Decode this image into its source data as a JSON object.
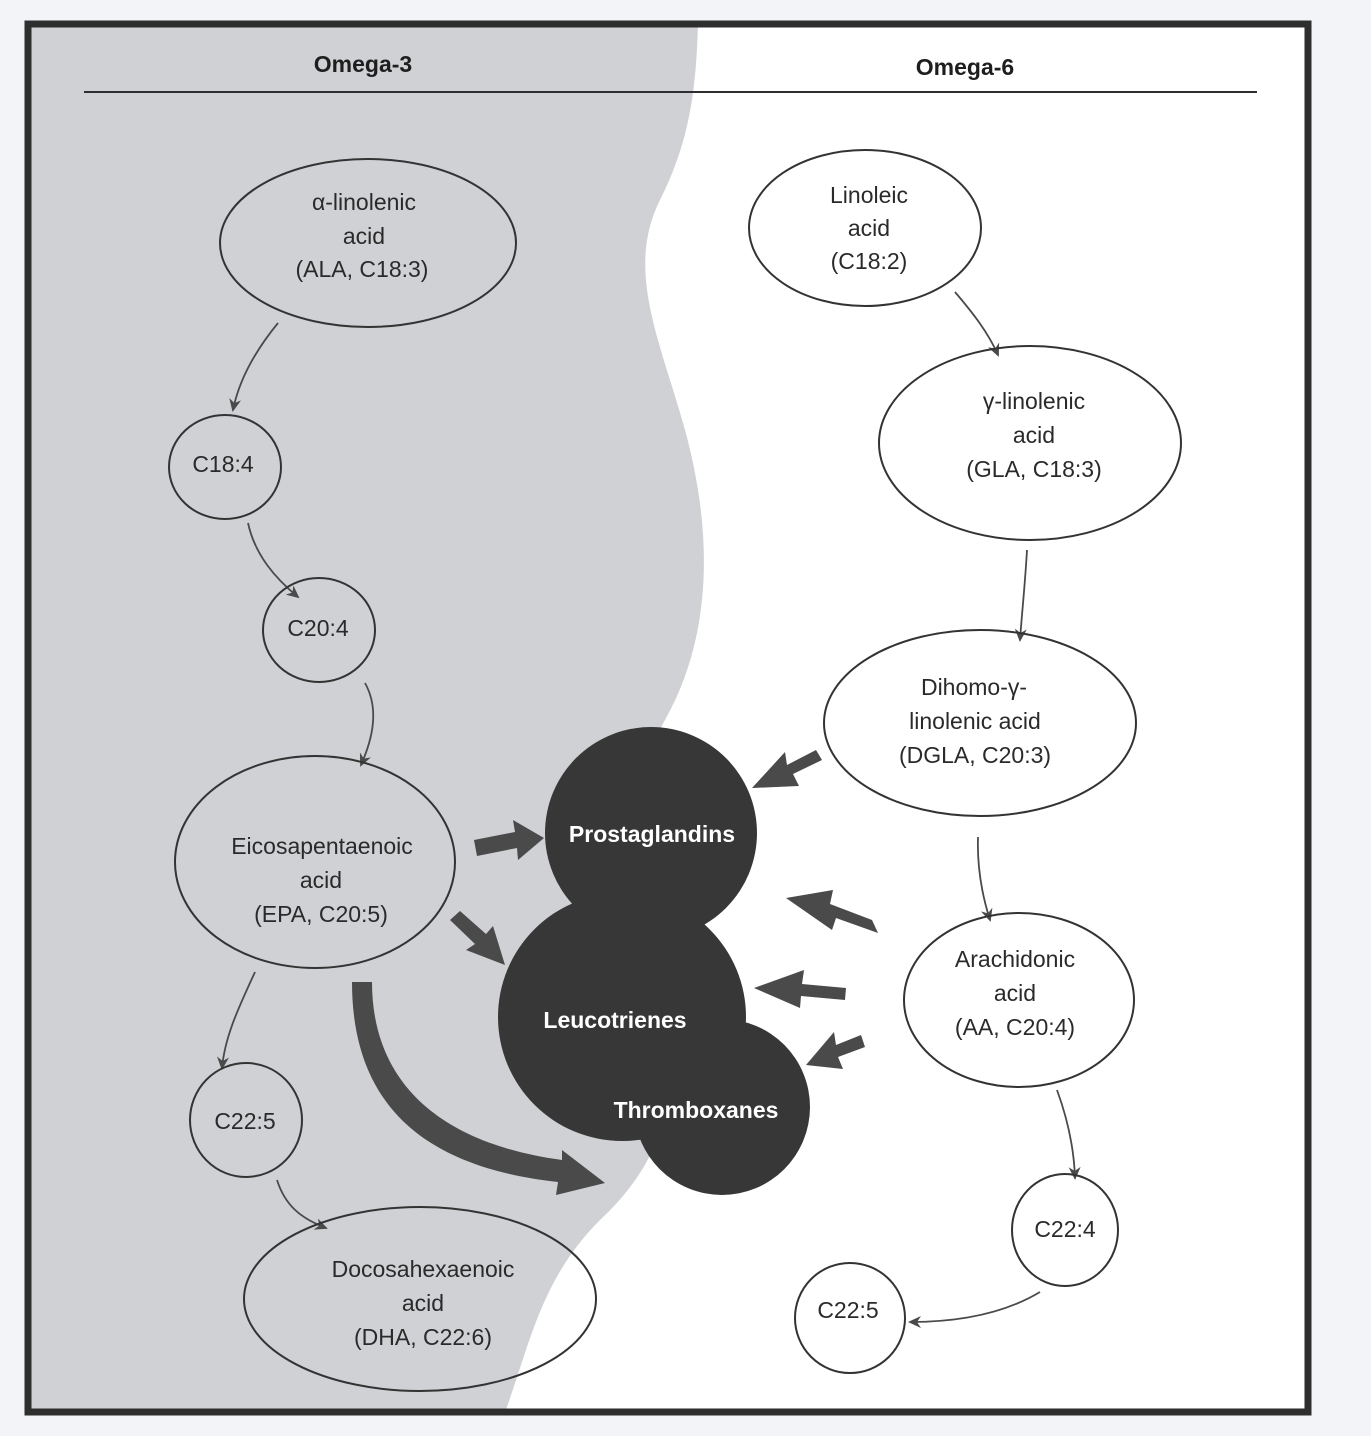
{
  "headers": {
    "omega3": "Omega-3",
    "omega6": "Omega-6"
  },
  "omega3_nodes": {
    "ala": [
      "α-linolenic",
      "acid",
      "(ALA, C18:3)"
    ],
    "c18_4": "C18:4",
    "c20_4": "C20:4",
    "epa": [
      "Eicosapentaenoic",
      "acid",
      "(EPA, C20:5)"
    ],
    "c22_5": "C22:5",
    "dha": [
      "Docosahexaenoic",
      "acid",
      "(DHA, C22:6)"
    ]
  },
  "omega6_nodes": {
    "la": [
      "Linoleic",
      "acid",
      "(C18:2)"
    ],
    "gla": [
      "γ-linolenic",
      "acid",
      "(GLA, C18:3)"
    ],
    "dgla": [
      "Dihomo-γ-",
      "linolenic acid",
      "(DGLA, C20:3)"
    ],
    "aa": [
      "Arachidonic",
      "acid",
      "(AA, C20:4)"
    ],
    "c22_4": "C22:4",
    "c22_5": "C22:5"
  },
  "eicosanoids": {
    "prostaglandins": "Prostaglandins",
    "leucotrienes": "Leucotrienes",
    "thromboxanes": "Thromboxanes"
  },
  "colors": {
    "omega3_region": "#d0d1d4",
    "omega6_region": "#ffffff",
    "frame": "#2e2e2e",
    "dark_blob": "#373737",
    "arrow": "#4a4a4a"
  }
}
